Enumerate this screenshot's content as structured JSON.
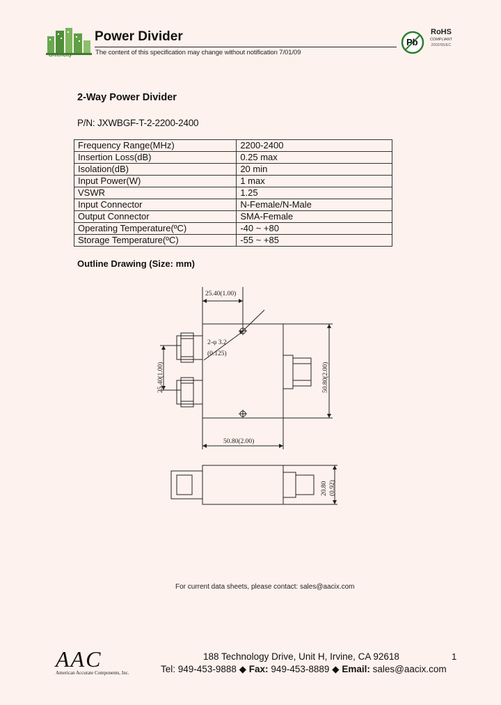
{
  "header": {
    "title": "Power Divider",
    "notice": "The content of this specification may change without notification 7/01/09",
    "logo_text": "GreenCity",
    "rohs_badge": {
      "title": "RoHS",
      "subtitle": "COMPLIANT",
      "date": "2002/95/EC",
      "pb_label": "Pb"
    }
  },
  "document": {
    "heading": "2-Way Power Divider",
    "part_number": "P/N: JXWBGF-T-2-2200-2400",
    "specs": [
      {
        "label": "Frequency Range(MHz)",
        "value": "2200-2400"
      },
      {
        "label": "Insertion Loss(dB)",
        "value": "0.25 max"
      },
      {
        "label": "Isolation(dB)",
        "value": "20 min"
      },
      {
        "label": "Input Power(W)",
        "value": "1 max"
      },
      {
        "label": "VSWR",
        "value": "1.25"
      },
      {
        "label": "Input Connector",
        "value": "N-Female/N-Male"
      },
      {
        "label": "Output Connector",
        "value": "SMA-Female"
      },
      {
        "label": "Operating Temperature(ºC)",
        "value": "-40 ~ +80"
      },
      {
        "label": "Storage Temperature(ºC)",
        "value": "-55 ~ +85"
      }
    ],
    "outline_title": "Outline Drawing (Size: mm)"
  },
  "drawing": {
    "dim_top": "25.40(1.00)",
    "dim_left": "25.40(1.00)",
    "hole_label": "2-φ 3.2",
    "hole_label_inch": "(0.125)",
    "dim_right": "50.80(2.00)",
    "dim_bottom": "50.80(2.00)",
    "dim_side": "20.80",
    "dim_side_inch": "(0.92)"
  },
  "footer": {
    "contact": "For current data sheets, please contact: sales@aacix.com",
    "company_logo": "AAC",
    "company_name": "American Accurate Components, Inc.",
    "address": "188 Technology Drive, Unit H, Irvine, CA 92618",
    "tel_label": "Tel:",
    "tel": "949-453-9888",
    "fax_label": "Fax:",
    "fax": "949-453-8889",
    "email_label": "Email:",
    "email": "sales@aacix.com",
    "page_number": "1"
  },
  "colors": {
    "background": "#fdf2ee",
    "logo_green": "#5fa044"
  }
}
